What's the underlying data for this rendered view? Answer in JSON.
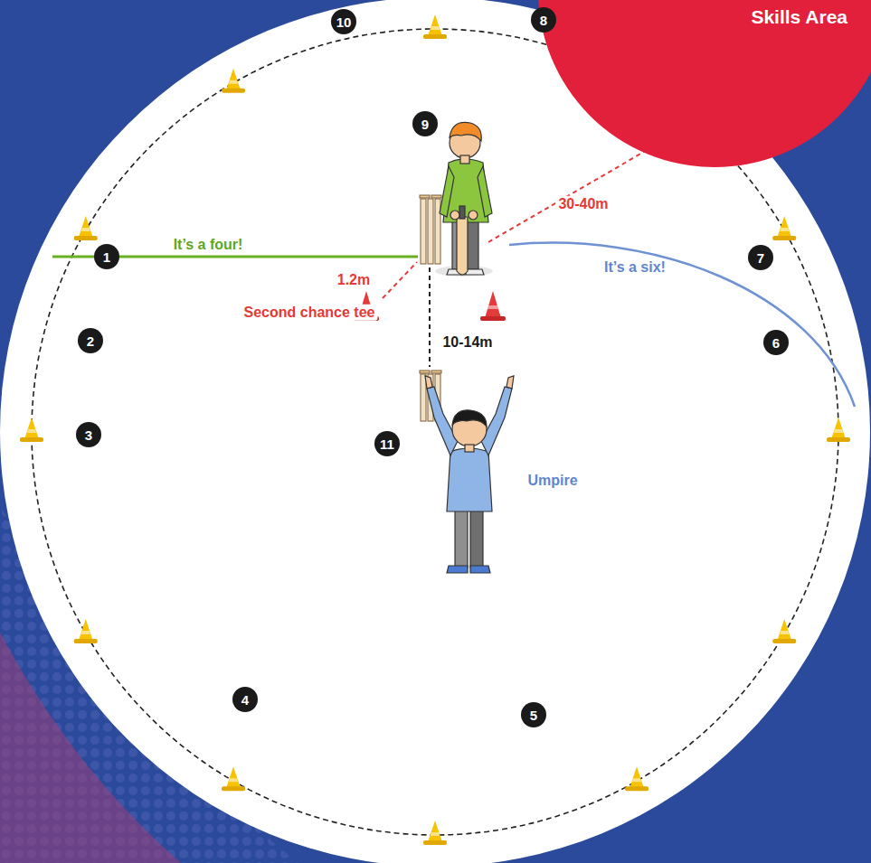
{
  "diagram": {
    "nodes": [
      {
        "text": [
          "Skills Area"
        ]
      }
    ],
    "labels": [
      "10",
      "8",
      "9",
      "30-40m",
      "It’s a four!",
      "1",
      "1.2m",
      "7",
      "It’s a six!",
      "Second chance tee",
      "10-14m",
      "2",
      "6",
      "3",
      "11",
      "Umpire",
      "4",
      "5"
    ]
  }
}
